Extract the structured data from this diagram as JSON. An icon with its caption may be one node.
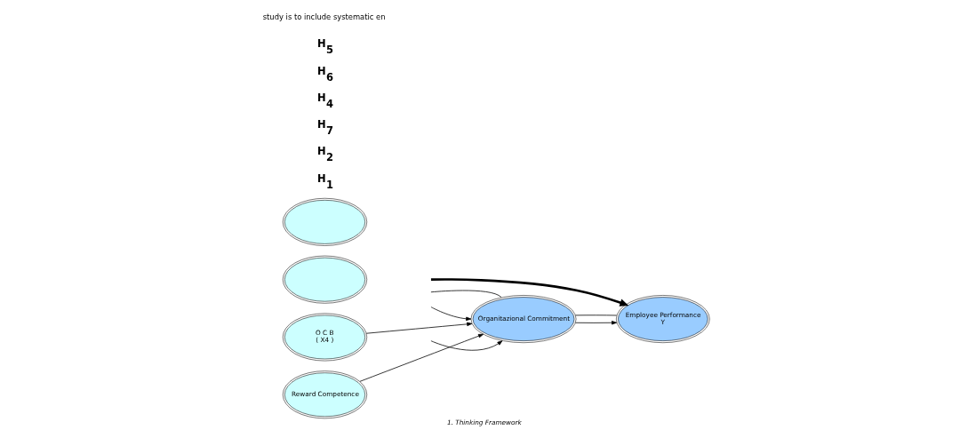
{
  "diagram": {
    "caption": "1. Thinking Framework",
    "nodes": [
      {
        "text": [],
        "shape": "ellipse"
      },
      {
        "text": [
          "Reward Competence"
        ]
      },
      {
        "text": [],
        "shape": "ellipse"
      },
      {
        "text": [
          "O C B",
          "( X4 )"
        ]
      },
      {
        "text": [
          "Organitazional Commitment"
        ]
      },
      {
        "text": [
          "Employee Performance",
          "Y"
        ]
      }
    ],
    "edges": [
      {
        "from": null,
        "to": 4,
        "arrow": "none"
      },
      {
        "from": null,
        "to": 4,
        "arrow": "to"
      },
      {
        "from": 1,
        "to": 4,
        "arrow": "to"
      },
      {
        "from": 3,
        "to": 4,
        "arrow": "to"
      },
      {
        "from": null,
        "to": 4,
        "arrow": "to"
      },
      {
        "from": null,
        "to": 5,
        "arrow": "to",
        "style": "thick"
      },
      {
        "from": 4,
        "to": 5,
        "arrow": "to"
      },
      {
        "from": 4,
        "to": 5,
        "arrow": "none"
      }
    ],
    "labels": [
      "H$_{1}$",
      "H$_{2}$",
      "H$_{7}$",
      "H$_{4}$",
      "H$_{6}$",
      "H$_{5}$",
      "study is to include systematic en"
    ]
  }
}
